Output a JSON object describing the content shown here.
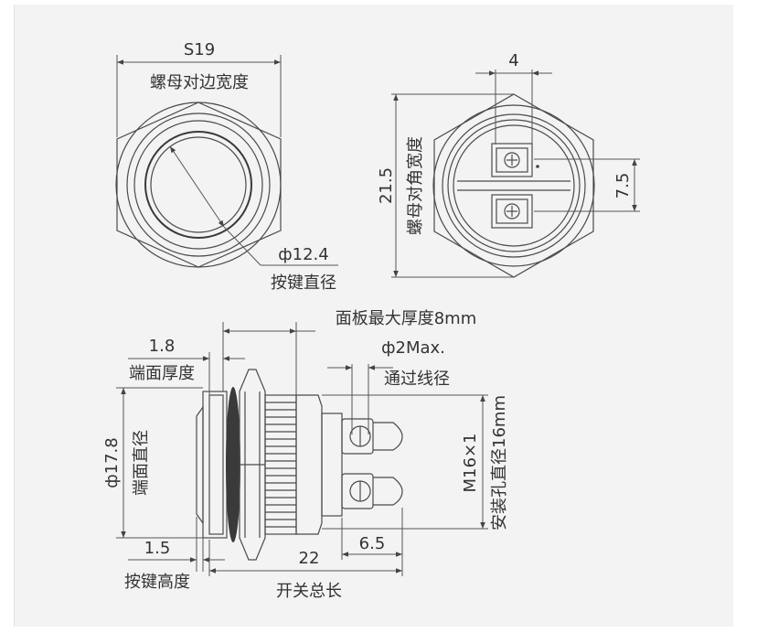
{
  "labels": {
    "s19": "S19",
    "nut_width": "螺母对边宽度",
    "button_dia_val": "ф12.4",
    "button_dia": "按键直径",
    "dim_4": "4",
    "dim_21_5": "21.5",
    "nut_corner": "螺母对角宽度",
    "dim_7_5": "7.5",
    "panel_thickness": "面板最大厚度8mm",
    "dim_1_8": "1.8",
    "face_thickness": "端面厚度",
    "wire_dia_val": "ф2Max.",
    "wire_dia": "通过线径",
    "face_dia_val": "ф17.8",
    "face_dia": "端面直径",
    "thread_val": "M16×1",
    "mount_hole": "安装孔直径16mm",
    "dim_1_5": "1.5",
    "button_height": "按键高度",
    "dim_22": "22",
    "dim_6_5": "6.5",
    "total_length": "开关总长"
  }
}
